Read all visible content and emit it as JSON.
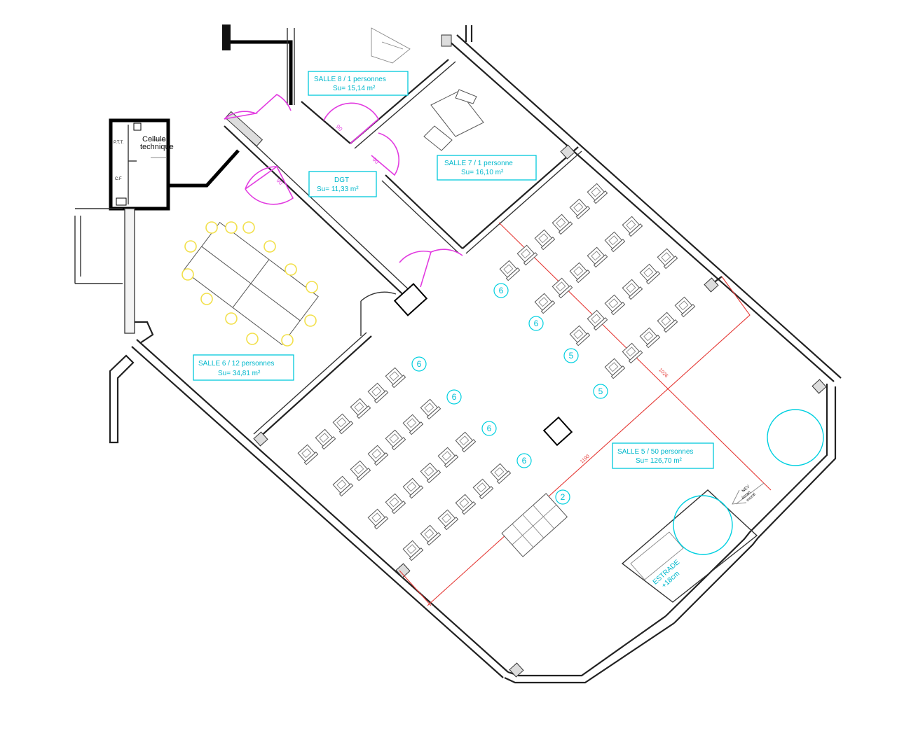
{
  "rooms": {
    "salle8": {
      "title": "SALLE 8 / 1 personnes",
      "area": "Su= 15,14 m²"
    },
    "salle7": {
      "title": "SALLE 7 / 1 personne",
      "area": "Su= 16,10 m²"
    },
    "dgt": {
      "title": "DGT",
      "area": "Su= 11,33 m²"
    },
    "salle6": {
      "title": "SALLE 6 / 12 personnes",
      "area": "Su= 34,81 m²"
    },
    "salle5": {
      "title": "SALLE 5 / 50 personnes",
      "area": "Su= 126,70 m²"
    }
  },
  "technical": {
    "cellule_line1": "Cellule",
    "cellule_line2": "technique",
    "ptt": "P.T.T.",
    "cf": "C.F"
  },
  "doors": {
    "swing_label": "90"
  },
  "row_counts": [
    "6",
    "6",
    "5",
    "6",
    "6",
    "6",
    "6",
    "2",
    "5"
  ],
  "dimensions": {
    "width": "1026",
    "length": "1190"
  },
  "stage": {
    "line1": "ESTRADE",
    "line2": "+18cm"
  },
  "exit": {
    "line1": "NEV",
    "line2": "écran",
    "line3": "mural"
  },
  "colors": {
    "label_cyan": "#00b8cc",
    "door_magenta": "#e23be0",
    "dimension_red": "#e53935",
    "chair_yellow": "#f2e04a",
    "wall_black": "#222222"
  }
}
